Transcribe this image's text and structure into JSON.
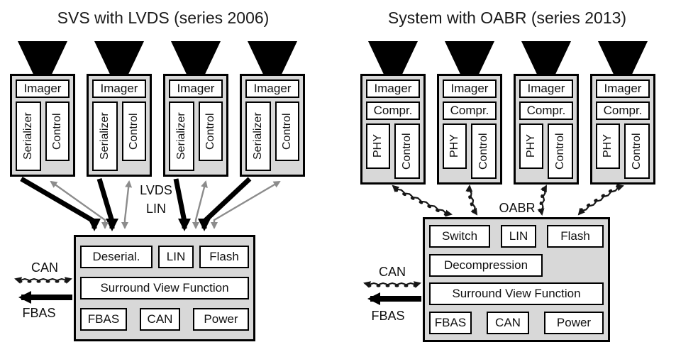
{
  "left_system": {
    "title": "SVS with LVDS (series 2006)",
    "cameras": {
      "imager": "Imager",
      "serializer": "Serializer",
      "control": "Control"
    },
    "bus": {
      "video": "LVDS",
      "control": "LIN"
    },
    "io": {
      "can": "CAN",
      "fbas": "FBAS"
    },
    "ecu": {
      "row1": [
        "Deserial.",
        "LIN",
        "Flash"
      ],
      "row2": "Surround View Function",
      "row3": [
        "FBAS",
        "CAN",
        "Power"
      ]
    }
  },
  "right_system": {
    "title": "System with OABR (series 2013)",
    "cameras": {
      "imager": "Imager",
      "compressor": "Compr.",
      "phy": "PHY",
      "control": "Control"
    },
    "bus": {
      "link": "OABR"
    },
    "io": {
      "can": "CAN",
      "fbas": "FBAS"
    },
    "ecu": {
      "row1": [
        "Switch",
        "LIN",
        "Flash"
      ],
      "row2": "Decompression",
      "row3": "Surround View Function",
      "row4": [
        "FBAS",
        "CAN",
        "Power"
      ]
    }
  },
  "colors": {
    "module_bg": "#d8d8d8",
    "lin_arrow_gray": "#8c8c8c",
    "ink": "#000000"
  }
}
